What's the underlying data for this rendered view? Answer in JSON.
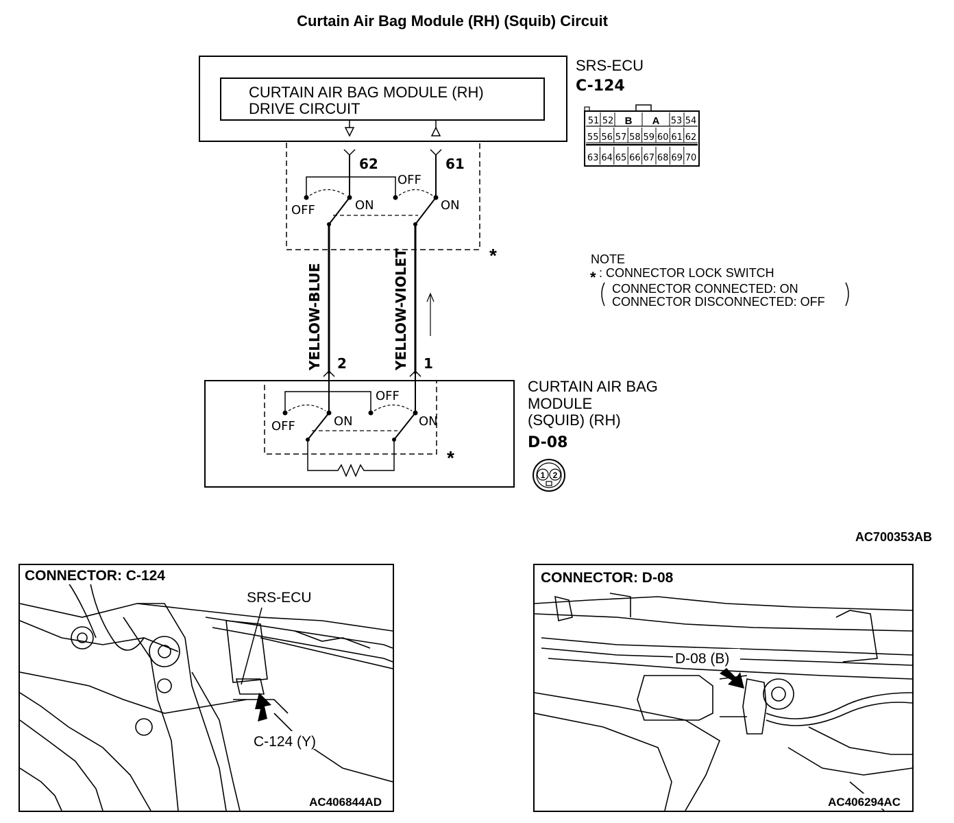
{
  "title": "Curtain Air Bag Module (RH) (Squib) Circuit",
  "ecu": {
    "name": "SRS-ECU",
    "connector": "C-124",
    "drive_line1": "CURTAIN AIR BAG MODULE (RH)",
    "drive_line2": "DRIVE CIRCUIT",
    "pin_left": "62",
    "pin_right": "61",
    "pin_grid": {
      "row1_left": [
        "51",
        "52"
      ],
      "row1_mid": [
        "B",
        "A"
      ],
      "row1_right": [
        "53",
        "54"
      ],
      "row2": [
        "55",
        "56",
        "57",
        "58",
        "59",
        "60",
        "61",
        "62"
      ],
      "row3": [
        "63",
        "64",
        "65",
        "66",
        "67",
        "68",
        "69",
        "70"
      ]
    }
  },
  "switch_labels": {
    "off": "OFF",
    "on": "ON"
  },
  "asterisk": "*",
  "wires": {
    "left": "YELLOW-BLUE",
    "right": "YELLOW-VIOLET"
  },
  "module": {
    "line1": "CURTAIN AIR BAG",
    "line2": "MODULE",
    "line3": "(SQUIB) (RH)",
    "connector": "D-08",
    "pin_left": "2",
    "pin_right": "1",
    "face_pins": [
      "1",
      "2"
    ]
  },
  "note": {
    "title": "NOTE",
    "line1": ": CONNECTOR LOCK SWITCH",
    "line2": "CONNECTOR CONNECTED: ON",
    "line3": "CONNECTOR DISCONNECTED: OFF"
  },
  "diagram_code": "AC700353AB",
  "panel_left": {
    "title": "CONNECTOR: C-124",
    "label_ecu": "SRS-ECU",
    "label_connector": "C-124 (Y)",
    "code": "AC406844AD"
  },
  "panel_right": {
    "title": "CONNECTOR: D-08",
    "label_connector": "D-08 (B)",
    "code": "AC406294AC"
  }
}
